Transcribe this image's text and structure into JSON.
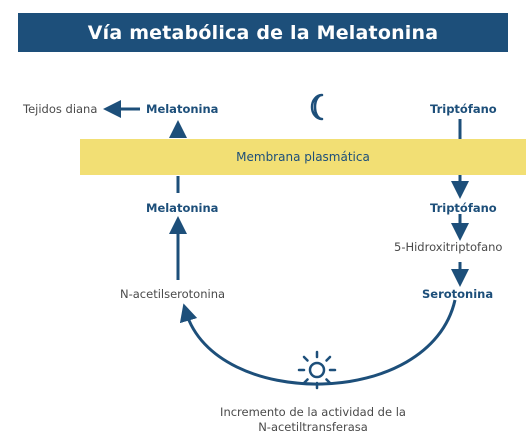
{
  "title": "Vía metabólica de la Melatonina",
  "membrane_label": "Membrana plasmática",
  "nodes": {
    "target_tissues": "Tejidos diana",
    "melatonin_outside": "Melatonina",
    "tryptophan_outside": "Triptófano",
    "melatonin_inside": "Melatonina",
    "tryptophan_inside": "Triptófano",
    "hydroxytryptophan": "5-Hidroxitriptofano",
    "n_acetylserotonin": "N-acetilserotonina",
    "serotonin": "Serotonina"
  },
  "caption": {
    "line1": "Incremento de la actividad de la",
    "line2": "N-acetiltransferasa"
  },
  "icons": {
    "night": "moon-icon",
    "day": "sun-icon"
  },
  "colors": {
    "dark_blue": "#1d4f7a",
    "membrane_yellow": "#f2df74",
    "text_gray": "#4a4a4a"
  }
}
